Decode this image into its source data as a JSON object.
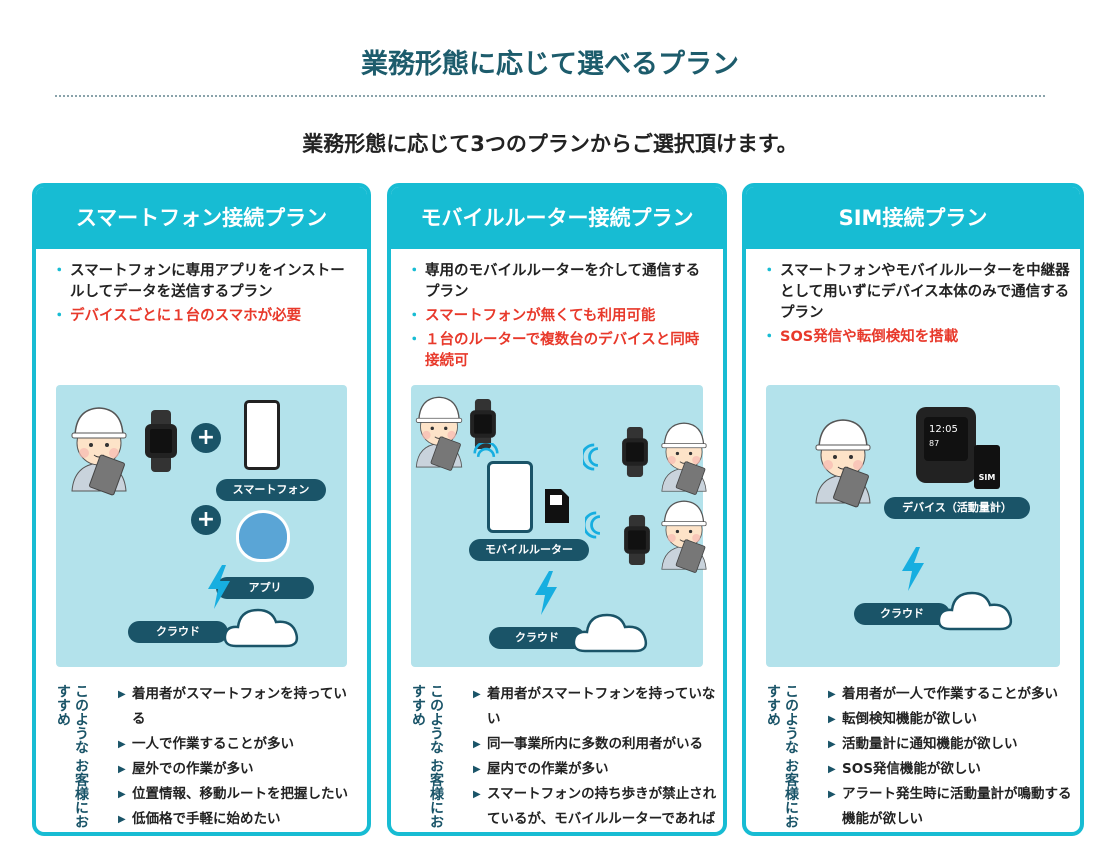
{
  "title": "業務形態に応じて選べるプラン",
  "subtitle": "業務形態に応じて3つのプランからご選択頂けます。",
  "recommend_label": "このような お客様におすすめ",
  "plans": [
    {
      "name": "スマートフォン接続プラン",
      "desc": [
        {
          "text": "スマートフォンに専用アプリをインストールしてデータを送信するプラン",
          "highlight": false
        },
        {
          "text": "デバイスごとに１台のスマホが必要",
          "highlight": true
        }
      ],
      "labels": {
        "phone": "スマートフォン",
        "app": "アプリ",
        "cloud": "クラウド"
      },
      "recommend": [
        "着用者がスマートフォンを持っている",
        "一人で作業することが多い",
        "屋外での作業が多い",
        "位置情報、移動ルートを把握したい",
        "低価格で手軽に始めたい"
      ]
    },
    {
      "name": "モバイルルーター接続プラン",
      "desc": [
        {
          "text": "専用のモバイルルーターを介して通信するプラン",
          "highlight": false
        },
        {
          "text": "スマートフォンが無くても利用可能",
          "highlight": true
        },
        {
          "text": "１台のルーターで複数台のデバイスと同時接続可",
          "highlight": true
        }
      ],
      "labels": {
        "router": "モバイルルーター",
        "cloud": "クラウド",
        "sim": "SIM"
      },
      "recommend": [
        "着用者がスマートフォンを持っていない",
        "同一事業所内に多数の利用者がいる",
        "屋内での作業が多い",
        "スマートフォンの持ち歩きが禁止されているが、モバイルルーターであれば携帯できる"
      ]
    },
    {
      "name": "SIM接続プラン",
      "desc": [
        {
          "text": "スマートフォンやモバイルルーターを中継器として用いずにデバイス本体のみで通信するプラン",
          "highlight": false
        },
        {
          "text": "SOS発信や転倒検知を搭載",
          "highlight": true
        }
      ],
      "labels": {
        "device": "デバイス（活動量計）",
        "cloud": "クラウド",
        "sim": "SIM",
        "watch_time": "12:05",
        "watch_hr": "87"
      },
      "recommend": [
        "着用者が一人で作業することが多い",
        "転倒検知機能が欲しい",
        "活動量計に通知機能が欲しい",
        "SOS発信機能が欲しい",
        "アラート発生時に活動量計が鳴動する機能が欲しい"
      ]
    }
  ],
  "colors": {
    "accent": "#17bcd3",
    "dark": "#1a5468",
    "highlight": "#e8392b",
    "illus_bg": "#b3e2eb"
  }
}
